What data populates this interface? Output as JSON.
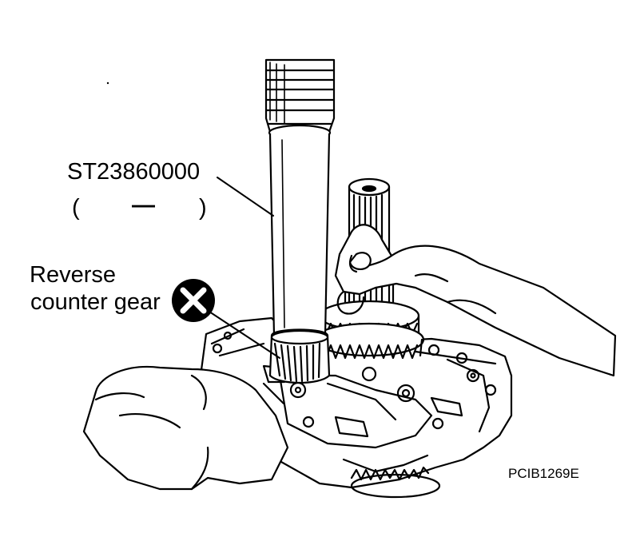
{
  "tool": {
    "part_number": "ST23860000",
    "paren_open": "(",
    "paren_dash": "—",
    "paren_close": ")"
  },
  "part": {
    "name_line1": "Reverse",
    "name_line2": "counter gear",
    "reuse_symbol_icon": "do-not-reuse-icon"
  },
  "figure_code": "PCIB1269E"
}
